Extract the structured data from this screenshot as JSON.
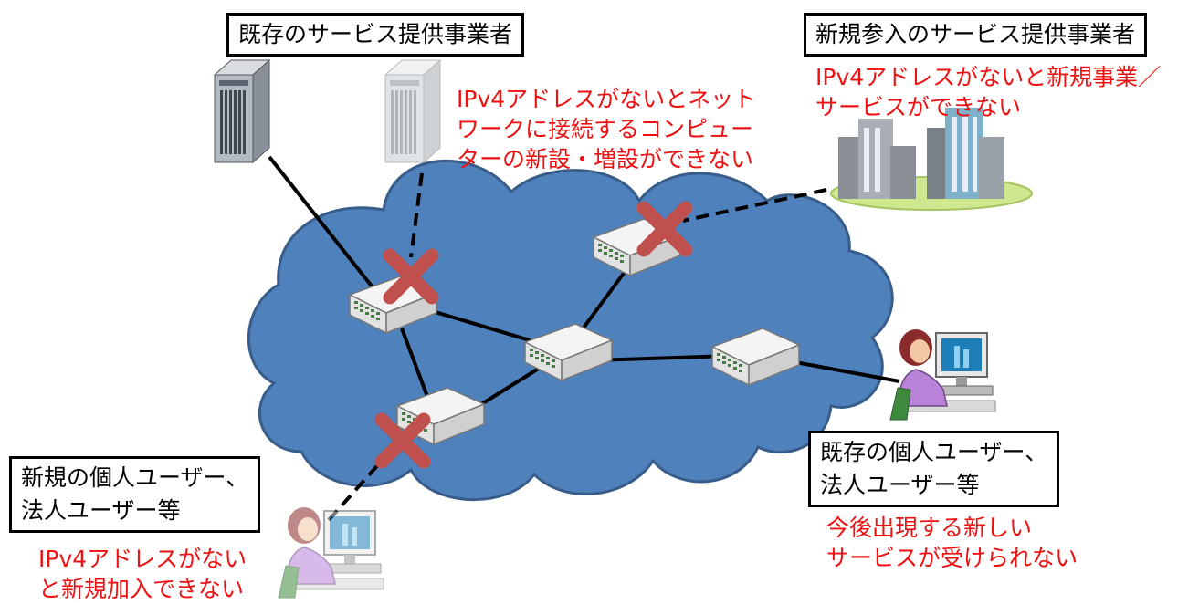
{
  "labels": {
    "existing_providers": "既存のサービス提供事業者",
    "new_providers": "新規参入のサービス提供事業者",
    "new_users": [
      "新規の個人ユーザー、",
      "法人ユーザー等"
    ],
    "existing_users": [
      "既存の個人ユーザー、",
      "法人ユーザー等"
    ]
  },
  "notes": {
    "server_note": [
      "IPv4アドレスがないとネット",
      "ワークに接続するコンピュー",
      "ターの新設・増設ができない"
    ],
    "new_provider_note": [
      "IPv4アドレスがないと新規事業／",
      "サービスができない"
    ],
    "new_user_note": [
      "IPv4アドレスがない",
      "と新規加入できない"
    ],
    "existing_user_note": [
      "今後出現する新しい",
      "サービスが受けられない"
    ]
  },
  "colors": {
    "cloud_fill": "#4f81bd",
    "cloud_stroke": "#385d8a",
    "warning_text": "#ee1111",
    "cross": "#c0504d",
    "link": "#000000"
  },
  "icons": {
    "server_existing": "server-icon",
    "server_new": "server-icon",
    "buildings": "office-buildings-icon",
    "router": "network-router-icon",
    "cross": "cross-mark-icon",
    "user_existing": "computer-user-icon",
    "user_new": "computer-user-icon"
  }
}
